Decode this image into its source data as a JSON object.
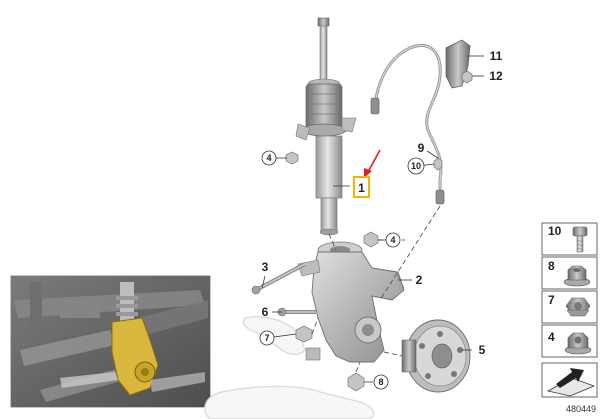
{
  "diagram": {
    "reference_number": "480449",
    "highlight_color": "#f5b400",
    "arrow_color": "#e02020",
    "inset_part_color": "#d9b73c",
    "callouts": [
      {
        "id": "1",
        "label": "1",
        "style": "highlight"
      },
      {
        "id": "2",
        "label": "2",
        "style": "plain"
      },
      {
        "id": "3",
        "label": "3",
        "style": "plain"
      },
      {
        "id": "4a",
        "label": "4",
        "style": "circle"
      },
      {
        "id": "4b",
        "label": "4",
        "style": "circle"
      },
      {
        "id": "5",
        "label": "5",
        "style": "plain"
      },
      {
        "id": "6",
        "label": "6",
        "style": "plain"
      },
      {
        "id": "7",
        "label": "7",
        "style": "circle"
      },
      {
        "id": "8",
        "label": "8",
        "style": "circle"
      },
      {
        "id": "9",
        "label": "9",
        "style": "plain"
      },
      {
        "id": "10",
        "label": "10",
        "style": "circle"
      },
      {
        "id": "11",
        "label": "11",
        "style": "plain"
      },
      {
        "id": "12",
        "label": "12",
        "style": "plain"
      }
    ],
    "legend": [
      {
        "label": "10",
        "icon": "hex-socket-bolt-icon"
      },
      {
        "label": "8",
        "icon": "flange-nut-icon"
      },
      {
        "label": "7",
        "icon": "hex-nut-icon"
      },
      {
        "label": "4",
        "icon": "hex-flange-nut-icon"
      }
    ],
    "legend_footer_icon": "arrow-to-plate-icon"
  }
}
